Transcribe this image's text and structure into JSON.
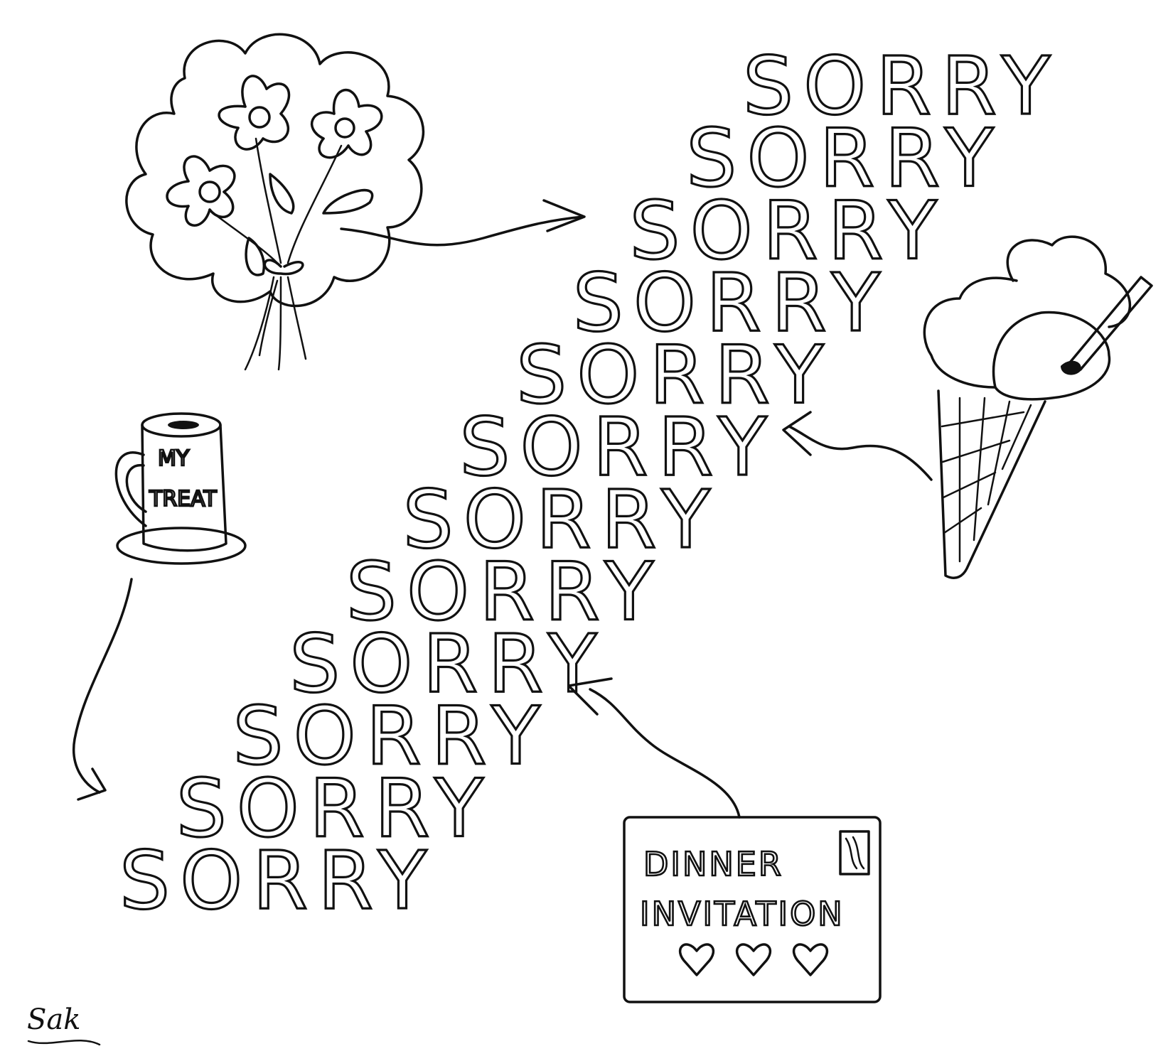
{
  "sorry_cascade": {
    "word": "SORRY",
    "count": 12
  },
  "mug": {
    "line1": "MY",
    "line2": "TREAT"
  },
  "invitation_card": {
    "line1": "DINNER",
    "line2": "INVITATION"
  },
  "signature": "Sak",
  "colors": {
    "ink": "#111111",
    "paper": "#ffffff"
  }
}
